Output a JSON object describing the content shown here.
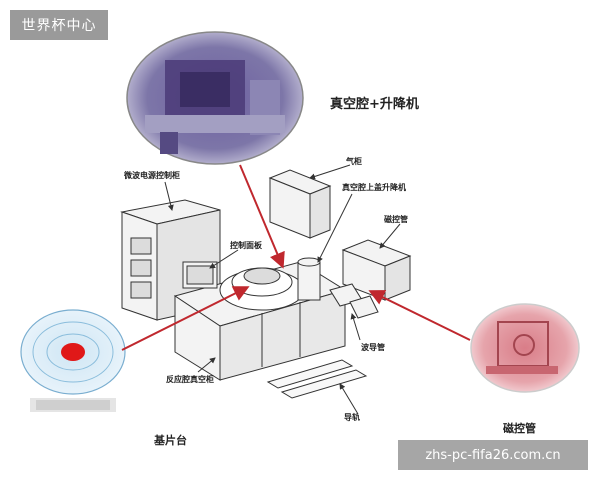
{
  "watermark": {
    "top_left": "世界杯中心",
    "bottom_right": "zhs-pc-fifa26.com.cn"
  },
  "labels": {
    "vacuum_lift": "真空腔+升降机",
    "microwave_cabinet": "微波电源控制柜",
    "gas_cabinet": "气柜",
    "lid_lift": "真空腔上盖升降机",
    "control_panel": "控制面板",
    "magnet_control": "磁控管",
    "waveguide": "波导管",
    "reaction_cabinet": "反应腔真空柜",
    "rail": "导轨",
    "substrate_stage": "基片台",
    "magnetron": "磁控管"
  },
  "colors": {
    "arrow": "#c0282e",
    "line": "#333333",
    "metal": "#f3f3f3",
    "inset_purple": "#5a4a86",
    "inset_pink": "#d98a92"
  }
}
